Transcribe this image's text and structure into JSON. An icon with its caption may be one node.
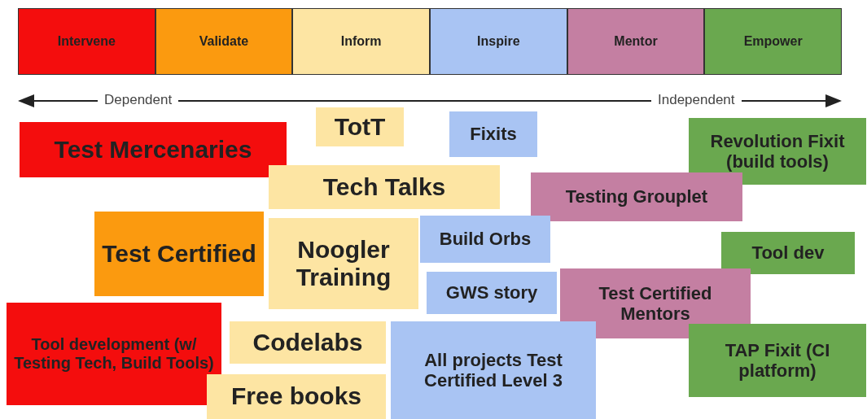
{
  "diagram": {
    "nodes": [
      {
        "text": [
          "Intervene"
        ]
      },
      {
        "text": [
          "Validate"
        ]
      },
      {
        "text": [
          "Inform"
        ]
      },
      {
        "text": [
          "Inspire"
        ]
      },
      {
        "text": [
          "Mentor"
        ]
      },
      {
        "text": [
          "Empower"
        ]
      },
      {
        "text": [
          "TotT"
        ]
      },
      {
        "text": [
          "Fixits"
        ]
      },
      {
        "text": [
          "Test Mercenaries"
        ]
      },
      {
        "text": [
          "Revolution Fixit (build tools)"
        ]
      },
      {
        "text": [
          "Tech Talks"
        ]
      },
      {
        "text": [
          "Testing Grouplet"
        ]
      },
      {
        "text": [
          "Test Certified"
        ]
      },
      {
        "text": [
          "Noogler Training"
        ]
      },
      {
        "text": [
          "Build Orbs"
        ]
      },
      {
        "text": [
          "Tool dev"
        ]
      },
      {
        "text": [
          "GWS story"
        ]
      },
      {
        "text": [
          "Test Certified Mentors"
        ]
      },
      {
        "text": [
          "Tool development (w/ Testing Tech, Build Tools)"
        ]
      },
      {
        "text": [
          "Codelabs"
        ]
      },
      {
        "text": [
          "All projects Test Certified Level 3"
        ]
      },
      {
        "text": [
          "TAP Fixit (CI platform)"
        ]
      },
      {
        "text": [
          "Free books"
        ]
      }
    ],
    "labels": [
      "Dependent",
      "Independent"
    ]
  }
}
